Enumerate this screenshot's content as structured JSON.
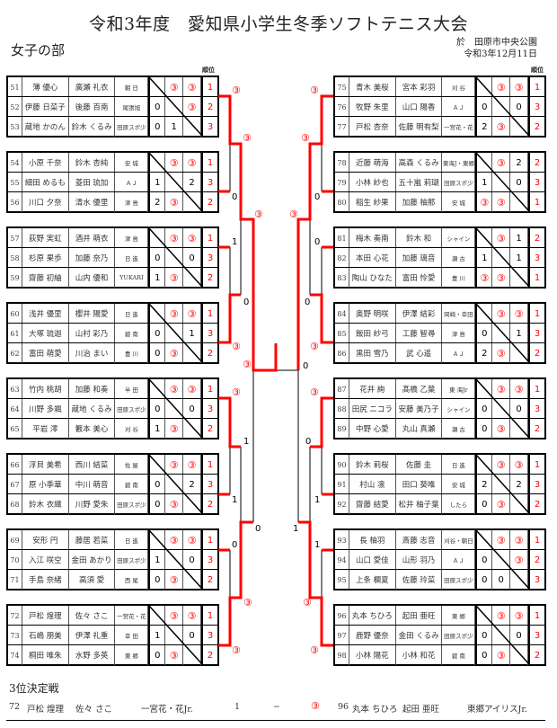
{
  "header": {
    "title": "令和3年度　愛知県小学生冬季ソフトテニス大会",
    "division": "女子の部",
    "venue": "於　田原市中央公園",
    "date": "令和3年12月11日",
    "rank_label": "順位"
  },
  "colors": {
    "win": "#ff0000",
    "line": "#000000"
  },
  "groups_left": [
    {
      "rows": [
        {
          "no": "51",
          "p1": "薄 優心",
          "p2": "廣瀬 礼衣",
          "club": "朝 日",
          "scores": [
            "",
            "③",
            "③"
          ],
          "rank": "1"
        },
        {
          "no": "52",
          "p1": "伊藤 日菜子",
          "p2": "後藤 百南",
          "club": "尾張旭",
          "scores": [
            "0",
            "",
            "③"
          ],
          "rank": "2"
        },
        {
          "no": "53",
          "p1": "蔵地 かのん",
          "p2": "鈴木 くるみ",
          "club": "田原スポ少",
          "scores": [
            "0",
            "1",
            ""
          ],
          "rank": "3"
        }
      ]
    },
    {
      "rows": [
        {
          "no": "54",
          "p1": "小原 千奈",
          "p2": "鈴木 杏純",
          "club": "安 城",
          "scores": [
            "",
            "③",
            "③"
          ],
          "rank": "1"
        },
        {
          "no": "55",
          "p1": "細田 めるも",
          "p2": "菱田 琉加",
          "club": "ＡＪ",
          "scores": [
            "1",
            "",
            "2"
          ],
          "rank": "3"
        },
        {
          "no": "56",
          "p1": "川口 夕奈",
          "p2": "清水 優里",
          "club": "津 島",
          "scores": [
            "2",
            "③",
            ""
          ],
          "rank": "2"
        }
      ]
    },
    {
      "rows": [
        {
          "no": "57",
          "p1": "荻野 実虹",
          "p2": "酒井 萌衣",
          "club": "津 島",
          "scores": [
            "",
            "③",
            "③"
          ],
          "rank": "1"
        },
        {
          "no": "58",
          "p1": "杉原 果歩",
          "p2": "加藤 奈乃",
          "club": "日 進",
          "scores": [
            "0",
            "",
            "0"
          ],
          "rank": "3"
        },
        {
          "no": "59",
          "p1": "齋藤 初紬",
          "p2": "山内 優和",
          "club": "YUKARI",
          "scores": [
            "1",
            "③",
            ""
          ],
          "rank": "2"
        }
      ]
    },
    {
      "rows": [
        {
          "no": "60",
          "p1": "浅井 優里",
          "p2": "櫻井 陽愛",
          "club": "日 進",
          "scores": [
            "",
            "③",
            "③"
          ],
          "rank": "1"
        },
        {
          "no": "61",
          "p1": "大塚 琉迦",
          "p2": "山村 彩乃",
          "club": "碧 南",
          "scores": [
            "0",
            "",
            "1"
          ],
          "rank": "3"
        },
        {
          "no": "62",
          "p1": "富田 萌愛",
          "p2": "川治 まい",
          "club": "豊 川",
          "scores": [
            "0",
            "③",
            ""
          ],
          "rank": "2"
        }
      ]
    },
    {
      "rows": [
        {
          "no": "63",
          "p1": "竹内 桃胡",
          "p2": "加藤 和奏",
          "club": "半 田",
          "scores": [
            "",
            "③",
            "③"
          ],
          "rank": "1"
        },
        {
          "no": "64",
          "p1": "川野 多颯",
          "p2": "蔵地 くるみ",
          "club": "田原スポ少",
          "scores": [
            "0",
            "",
            "0"
          ],
          "rank": "3"
        },
        {
          "no": "65",
          "p1": "平岩 澪",
          "p2": "籔本 美心",
          "club": "刈 谷",
          "scores": [
            "1",
            "③",
            ""
          ],
          "rank": "2"
        }
      ]
    },
    {
      "rows": [
        {
          "no": "66",
          "p1": "浮貝 美希",
          "p2": "西川 結菜",
          "club": "佐 屋",
          "scores": [
            "",
            "③",
            "③"
          ],
          "rank": "1"
        },
        {
          "no": "67",
          "p1": "原 小季華",
          "p2": "中川 萌音",
          "club": "碧 南",
          "scores": [
            "0",
            "",
            "2"
          ],
          "rank": "3"
        },
        {
          "no": "68",
          "p1": "鈴木 衣織",
          "p2": "川野 愛朱",
          "club": "田原スポ少",
          "scores": [
            "0",
            "③",
            ""
          ],
          "rank": "2"
        }
      ]
    },
    {
      "rows": [
        {
          "no": "69",
          "p1": "安形 円",
          "p2": "藤居 若菜",
          "club": "日 進",
          "scores": [
            "",
            "③",
            "③"
          ],
          "rank": "1"
        },
        {
          "no": "70",
          "p1": "入江 咲空",
          "p2": "金田 あかり",
          "club": "田原スポ少",
          "scores": [
            "1",
            "",
            "0"
          ],
          "rank": "3"
        },
        {
          "no": "71",
          "p1": "手島 奈緒",
          "p2": "高須 愛",
          "club": "西 尾",
          "scores": [
            "0",
            "③",
            ""
          ],
          "rank": "2"
        }
      ]
    },
    {
      "rows": [
        {
          "no": "72",
          "p1": "戸松 煌理",
          "p2": "佐々 さこ",
          "club": "一宮花・花",
          "scores": [
            "",
            "③",
            "③"
          ],
          "rank": "1"
        },
        {
          "no": "73",
          "p1": "石嶋 朋美",
          "p2": "伊澤 礼重",
          "club": "幸 田",
          "scores": [
            "1",
            "",
            "0"
          ],
          "rank": "3"
        },
        {
          "no": "74",
          "p1": "桐田 唯朱",
          "p2": "水野 多英",
          "club": "東 郷",
          "scores": [
            "0",
            "③",
            ""
          ],
          "rank": "2"
        }
      ]
    }
  ],
  "groups_right": [
    {
      "rows": [
        {
          "no": "75",
          "p1": "青木 美桜",
          "p2": "宮本 彩羽",
          "club": "刈 谷",
          "scores": [
            "",
            "③",
            "③"
          ],
          "rank": "1"
        },
        {
          "no": "76",
          "p1": "牧野 朱里",
          "p2": "山口 陽香",
          "club": "ＡＪ",
          "scores": [
            "0",
            "",
            "0"
          ],
          "rank": "3"
        },
        {
          "no": "77",
          "p1": "戸松 杏奈",
          "p2": "佐藤 明有梨",
          "club": "一宮花・花",
          "scores": [
            "2",
            "③",
            ""
          ],
          "rank": "2"
        }
      ]
    },
    {
      "rows": [
        {
          "no": "78",
          "p1": "近藤 萌海",
          "p2": "高森 くるみ",
          "club": "東海J・東郷",
          "scores": [
            "",
            "③",
            "2"
          ],
          "rank": "2"
        },
        {
          "no": "79",
          "p1": "小林 紗也",
          "p2": "五十嵐 莉瑚",
          "club": "田原スポ少",
          "scores": [
            "1",
            "",
            "0"
          ],
          "rank": "3"
        },
        {
          "no": "80",
          "p1": "稲生 紗果",
          "p2": "加藤 柚那",
          "club": "安 城",
          "scores": [
            "③",
            "③",
            ""
          ],
          "rank": "1"
        }
      ]
    },
    {
      "rows": [
        {
          "no": "81",
          "p1": "梅木 奏南",
          "p2": "鈴木 和",
          "club": "シャイン",
          "scores": [
            "",
            "③",
            "1"
          ],
          "rank": "2"
        },
        {
          "no": "82",
          "p1": "本田 心花",
          "p2": "加藤 璃音",
          "club": "瀬 古",
          "scores": [
            "1",
            "",
            "1"
          ],
          "rank": "3"
        },
        {
          "no": "83",
          "p1": "陶山 ひなた",
          "p2": "富田 怜愛",
          "club": "豊 川",
          "scores": [
            "③",
            "③",
            ""
          ],
          "rank": "1"
        }
      ]
    },
    {
      "rows": [
        {
          "no": "84",
          "p1": "奥野 明咲",
          "p2": "伊澤 結彩",
          "club": "岡崎・幸田",
          "scores": [
            "",
            "③",
            "③"
          ],
          "rank": "1"
        },
        {
          "no": "85",
          "p1": "飯田 紗弓",
          "p2": "工藤 智尋",
          "club": "津 島",
          "scores": [
            "0",
            "",
            "1"
          ],
          "rank": "3"
        },
        {
          "no": "86",
          "p1": "黒田 雪乃",
          "p2": "武 心遥",
          "club": "ＡＪ",
          "scores": [
            "2",
            "③",
            ""
          ],
          "rank": "2"
        }
      ]
    },
    {
      "rows": [
        {
          "no": "87",
          "p1": "花井 絢",
          "p2": "髙橋 乙葉",
          "club": "東 海Jr",
          "scores": [
            "",
            "③",
            "③"
          ],
          "rank": "1"
        },
        {
          "no": "88",
          "p1": "田尻 ニコラ",
          "p2": "安藤 美乃子",
          "club": "シャイン",
          "scores": [
            "0",
            "",
            "0"
          ],
          "rank": "3"
        },
        {
          "no": "89",
          "p1": "中野 心愛",
          "p2": "丸山 真瀬",
          "club": "瀬 古",
          "scores": [
            "0",
            "③",
            ""
          ],
          "rank": "2"
        }
      ]
    },
    {
      "rows": [
        {
          "no": "90",
          "p1": "鈴木 莉桜",
          "p2": "佐藤 圭",
          "club": "日 進",
          "scores": [
            "",
            "③",
            "③"
          ],
          "rank": "1"
        },
        {
          "no": "91",
          "p1": "村山 凛",
          "p2": "田口 葵唯",
          "club": "安 城",
          "scores": [
            "2",
            "",
            "2"
          ],
          "rank": "3"
        },
        {
          "no": "92",
          "p1": "齋藤 結愛",
          "p2": "松井 柚子葉",
          "club": "したら",
          "scores": [
            "0",
            "③",
            ""
          ],
          "rank": "2"
        }
      ]
    },
    {
      "rows": [
        {
          "no": "93",
          "p1": "長 柚羽",
          "p2": "斎藤 志音",
          "club": "刈谷・朝日",
          "scores": [
            "",
            "③",
            "③"
          ],
          "rank": "1"
        },
        {
          "no": "94",
          "p1": "山口 愛佳",
          "p2": "山形 羽乃",
          "club": "ＡＪ",
          "scores": [
            "0",
            "",
            "③"
          ],
          "rank": "2"
        },
        {
          "no": "95",
          "p1": "上条 欄夏",
          "p2": "佐藤 玲菜",
          "club": "田原スポ少",
          "scores": [
            "0",
            "0",
            ""
          ],
          "rank": "3"
        }
      ]
    },
    {
      "rows": [
        {
          "no": "96",
          "p1": "丸本 ちひろ",
          "p2": "起田 亜旺",
          "club": "東 郷",
          "scores": [
            "",
            "③",
            "③"
          ],
          "rank": "1"
        },
        {
          "no": "97",
          "p1": "鹿野 優奈",
          "p2": "金田 くるみ",
          "club": "田原スポ少",
          "scores": [
            "0",
            "",
            "0"
          ],
          "rank": "3"
        },
        {
          "no": "98",
          "p1": "小林 陽花",
          "p2": "小林 和花",
          "club": "碧 南",
          "scores": [
            "0",
            "③",
            ""
          ],
          "rank": "2"
        }
      ]
    }
  ],
  "bracket": {
    "scores": [
      "③",
      "0",
      "③",
      "1",
      "③",
      "0",
      "③",
      "③",
      "③",
      "1",
      "1",
      "0",
      "③",
      "③",
      "0",
      "③",
      "0",
      "③",
      "0",
      "③",
      "0",
      "③",
      "0",
      "③",
      "0",
      "1",
      "1",
      "③",
      "③",
      "1"
    ]
  },
  "third_place": {
    "title": "3位決定戦",
    "left": {
      "no": "72",
      "p1": "戸松 煌理",
      "p2": "佐々 さこ",
      "club": "一宮花・花Jr.",
      "score": "1"
    },
    "dash": "−",
    "right": {
      "score": "③",
      "no": "96",
      "p1": "丸本 ちひろ",
      "p2": "起田 亜旺",
      "club": "東郷アイリスJr."
    }
  }
}
